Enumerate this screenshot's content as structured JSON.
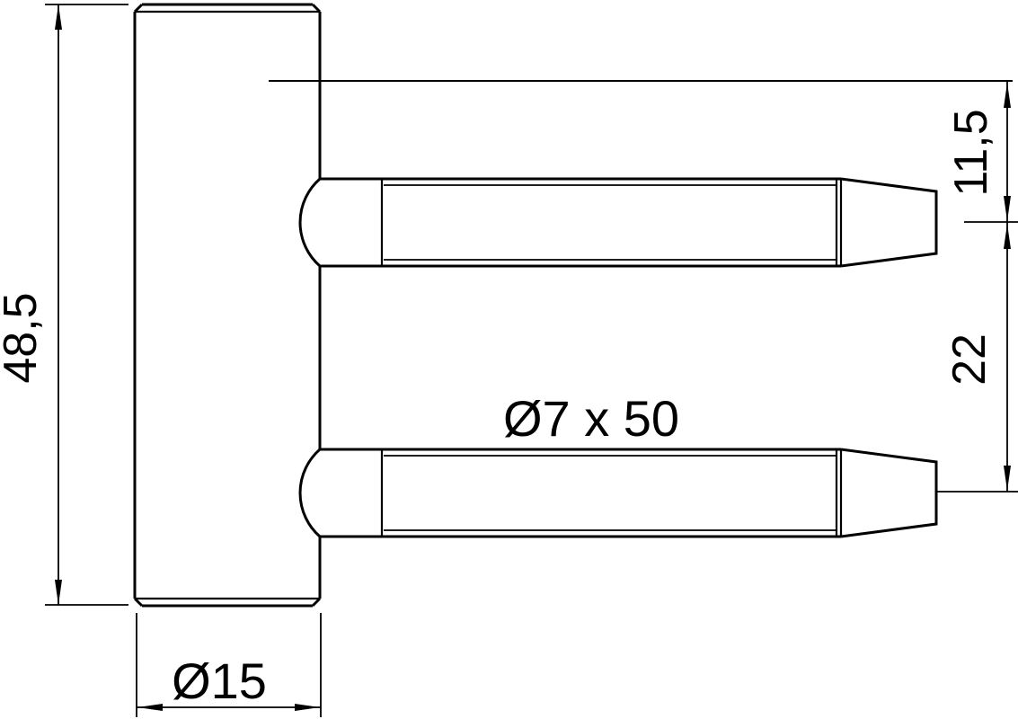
{
  "labels": {
    "body_height": "48,5",
    "body_diameter": "Ø15",
    "pin_size": "Ø7 x 50",
    "pin_offset": "11,5",
    "pin_spacing": "22"
  },
  "dimensions_mm": {
    "body_height": 48.5,
    "body_diameter": 15,
    "pin_diameter": 7,
    "pin_length": 50,
    "reference_to_first_pin_axis": 11.5,
    "pin_axis_distance": 22
  },
  "colors": {
    "line": "#000000",
    "background": "#ffffff"
  }
}
